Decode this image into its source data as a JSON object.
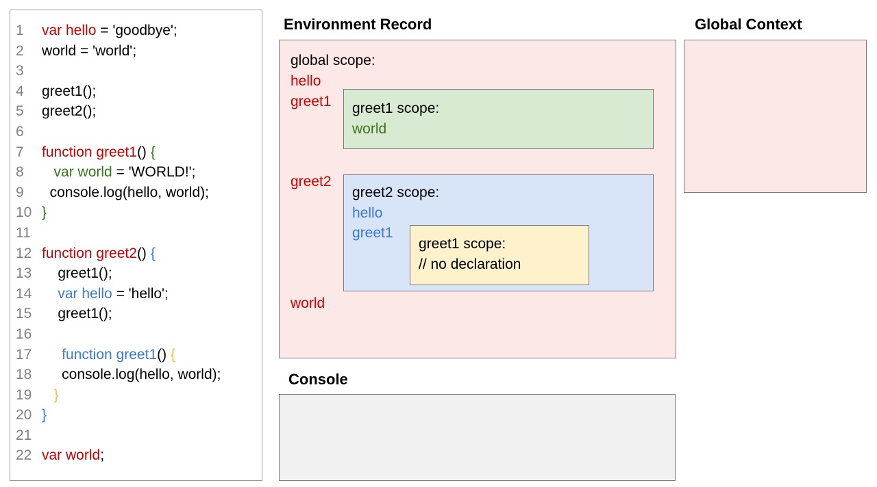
{
  "colors": {
    "red": "#cc0000",
    "green": "#38761d",
    "blue": "#3c78d8",
    "yellow": "#f1c232",
    "black": "#000000",
    "line_number": "#808080",
    "pink_fill": "#fce8e6",
    "green_fill": "#d9ead3",
    "blue_fill": "#d8e4f8",
    "yellow_fill": "#fdf2cc",
    "console_fill": "#f1f1f1",
    "border": "#7a7a7a",
    "panel_border": "#999999"
  },
  "titles": {
    "environment_record": "Environment Record",
    "global_context": "Global Context",
    "console": "Console"
  },
  "code_panel": {
    "lines": [
      {
        "n": "1",
        "segs": [
          [
            "var hello",
            "red"
          ],
          [
            " = 'goodbye';",
            "black"
          ]
        ]
      },
      {
        "n": "2",
        "segs": [
          [
            "world = 'world';",
            "black"
          ]
        ]
      },
      {
        "n": "3",
        "segs": []
      },
      {
        "n": "4",
        "segs": [
          [
            "greet1();",
            "black"
          ]
        ]
      },
      {
        "n": "5",
        "segs": [
          [
            "greet2();",
            "black"
          ]
        ]
      },
      {
        "n": "6",
        "segs": []
      },
      {
        "n": "7",
        "segs": [
          [
            "function greet1",
            "red"
          ],
          [
            "() ",
            "black"
          ],
          [
            "{",
            "green"
          ]
        ]
      },
      {
        "n": "8",
        "segs": [
          [
            "   ",
            "black"
          ],
          [
            "var world",
            "green"
          ],
          [
            " = 'WORLD!';",
            "black"
          ]
        ]
      },
      {
        "n": "9",
        "segs": [
          [
            "  console.log(hello, world);",
            "black"
          ]
        ]
      },
      {
        "n": "10",
        "segs": [
          [
            "}",
            "green"
          ]
        ]
      },
      {
        "n": "11",
        "segs": []
      },
      {
        "n": "12",
        "segs": [
          [
            "function greet2",
            "red"
          ],
          [
            "() ",
            "black"
          ],
          [
            "{",
            "blue"
          ]
        ]
      },
      {
        "n": "13",
        "segs": [
          [
            "    greet1();",
            "black"
          ]
        ]
      },
      {
        "n": "14",
        "segs": [
          [
            "    ",
            "black"
          ],
          [
            "var hello",
            "blue"
          ],
          [
            " = 'hello';",
            "black"
          ]
        ]
      },
      {
        "n": "15",
        "segs": [
          [
            "    greet1();",
            "black"
          ]
        ]
      },
      {
        "n": "16",
        "segs": []
      },
      {
        "n": "17",
        "segs": [
          [
            "     ",
            "black"
          ],
          [
            "function greet1",
            "blue"
          ],
          [
            "() ",
            "black"
          ],
          [
            "{",
            "yellow"
          ]
        ]
      },
      {
        "n": "18",
        "segs": [
          [
            "     console.log(hello, world);",
            "black"
          ]
        ]
      },
      {
        "n": "19",
        "segs": [
          [
            "   ",
            "black"
          ],
          [
            "}",
            "yellow"
          ]
        ]
      },
      {
        "n": "20",
        "segs": [
          [
            "}",
            "blue"
          ]
        ]
      },
      {
        "n": "21",
        "segs": []
      },
      {
        "n": "22",
        "segs": [
          [
            "var world",
            "red"
          ],
          [
            ";",
            "black"
          ]
        ]
      }
    ]
  },
  "environment_record": {
    "global_scope_label": "global scope:",
    "hello": "hello",
    "greet1": "greet1",
    "greet2": "greet2",
    "world": "world",
    "greet1_scope": {
      "label": "greet1 scope:",
      "world": "world"
    },
    "greet2_scope": {
      "label": "greet2 scope:",
      "hello": "hello",
      "greet1": "greet1",
      "greet1_scope": {
        "label": "greet1 scope:",
        "comment": "// no declaration"
      }
    }
  }
}
